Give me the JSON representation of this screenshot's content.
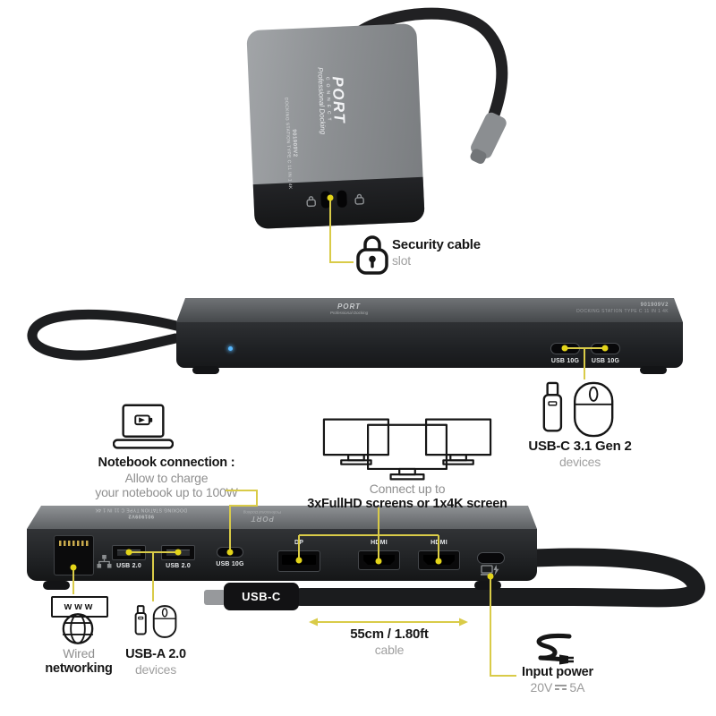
{
  "accent": {
    "line": "#d9cb48",
    "dot": "#e3d419",
    "led": "#57b8ff"
  },
  "top_device": {
    "brand": "PORT",
    "brand_sub": "CONNECT",
    "brand_script": "Professional Docking",
    "model": "901909V2",
    "model_desc": "DOCKING STATION TYPE C 11 IN 1 4K"
  },
  "middle_dock": {
    "brand": "PORT",
    "brand_script": "Professional Docking",
    "model": "901909V2",
    "model_desc": "DOCKING STATION TYPE C 11 IN 1 4K",
    "usb_port1": "USB 10G",
    "usb_port2": "USB 10G"
  },
  "bottom_dock": {
    "brand": "PORT",
    "brand_script": "Professional Docking",
    "model": "901909V2",
    "model_desc": "DOCKING STATION TYPE C 11 IN 1 4K",
    "usb2_label_1": "USB 2.0",
    "usb2_label_2": "USB 2.0",
    "usb10g_label": "USB 10G",
    "dp_label": "DP",
    "hdmi_label_1": "HDMI",
    "hdmi_label_2": "HDMI"
  },
  "callouts": {
    "security": {
      "title": "Security cable",
      "subtitle": "slot"
    },
    "usbc_gen2": {
      "title": "USB-C 3.1 Gen 2",
      "subtitle": "devices"
    },
    "notebook": {
      "title": "Notebook connection :",
      "line1": "Allow to  charge",
      "line2": "your notebook up to 100W"
    },
    "screens": {
      "line1": "Connect up to",
      "line2": "3xFullHD screens or 1x4K  screen"
    },
    "wired": {
      "www": "www",
      "line1": "Wired",
      "line2": "networking"
    },
    "usba": {
      "title": "USB-A 2.0",
      "subtitle": "devices"
    },
    "cable_length": {
      "title": "55cm / 1.80ft",
      "subtitle": "cable"
    },
    "input_power": {
      "title": "Input power",
      "volts": "20V",
      "amps": "5A"
    },
    "plug_label": "USB-C"
  }
}
